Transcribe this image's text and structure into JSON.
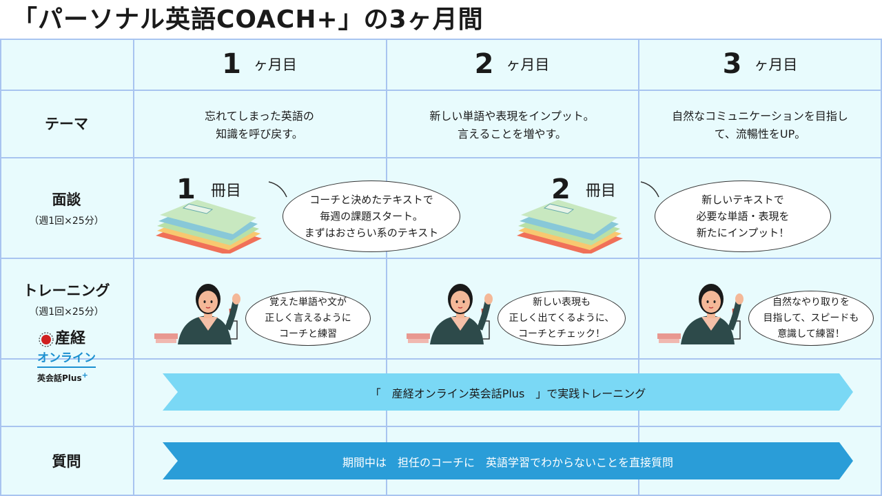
{
  "title": "「パーソナル英語COACH+」の3ヶ月間",
  "months": [
    {
      "num": "1",
      "unit": "ヶ月目"
    },
    {
      "num": "2",
      "unit": "ヶ月目"
    },
    {
      "num": "3",
      "unit": "ヶ月目"
    }
  ],
  "rows": {
    "theme": {
      "label": "テーマ"
    },
    "interview": {
      "label": "面談",
      "sub": "（週1回×25分）"
    },
    "training": {
      "label": "トレーニング",
      "sub": "（週1回×25分）"
    },
    "question": {
      "label": "質問"
    }
  },
  "theme_cells": [
    {
      "line1": "忘れてしまった英語の",
      "line2": "知識を呼び戻す。"
    },
    {
      "line1": "新しい単語や表現をインプット。",
      "line2": "言えることを増やす。"
    },
    {
      "line1": "自然なコミュニケーションを目指し",
      "line2": "て、流暢性をUP。"
    }
  ],
  "books": [
    {
      "num": "1",
      "unit": "冊目",
      "bubble": {
        "line1": "コーチと決めたテキストで",
        "line2": "毎週の課題スタート。",
        "line3": "まずはおさらい系のテキスト"
      }
    },
    {
      "num": "2",
      "unit": "冊目",
      "bubble": {
        "line1": "新しいテキストで",
        "line2": "必要な単語・表現を",
        "line3": "新たにインプット！"
      }
    }
  ],
  "training_cells": [
    {
      "line1": "覚えた単語や文が",
      "line2": "正しく言えるように",
      "line3": "コーチと練習"
    },
    {
      "line1": "新しい表現も",
      "line2": "正しく出てくるように、",
      "line3": "コーチとチェック！"
    },
    {
      "line1": "自然なやり取りを",
      "line2": "目指して、スピードも",
      "line3": "意識して練習！"
    }
  ],
  "logo": {
    "line1": "産経",
    "line2": "オンライン",
    "line3": "英会話Plus",
    "plus": "+"
  },
  "arrows": {
    "online": "「　産経オンライン英会話Plus　」で実践トレーニング",
    "question": "期間中は　担任のコーチに　英語学習でわからないことを直接質問"
  },
  "colors": {
    "grid_bg": "#e8fbfd",
    "grid_line": "#a8c4f0",
    "arrow_light": "#7ad8f5",
    "arrow_dark": "#2a9dd8"
  }
}
